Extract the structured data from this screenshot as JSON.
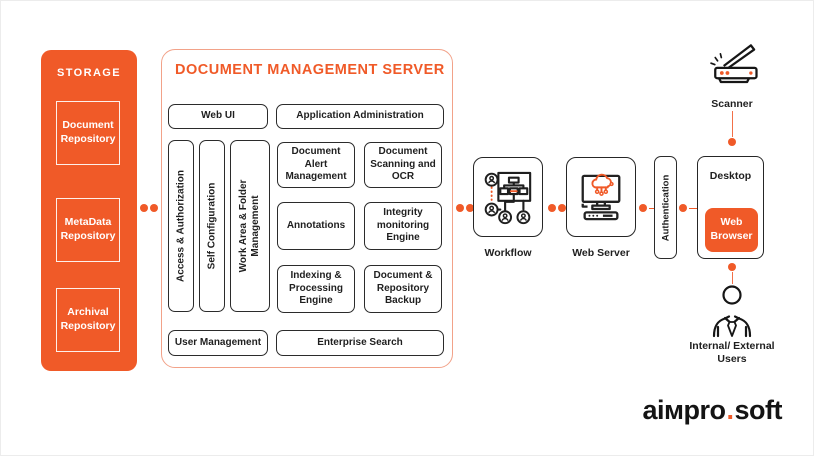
{
  "colors": {
    "orange": "#F05A28",
    "server_border": "#F2A289",
    "ink": "#1f1f1f"
  },
  "storage": {
    "title": "STORAGE",
    "items": [
      "Document Repository",
      "MetaData Repository",
      "Archival Repository"
    ]
  },
  "server": {
    "title": "DOCUMENT MANAGEMENT SERVER",
    "web_ui": "Web UI",
    "app_admin": "Application Administration",
    "vertical": [
      "Access & Authorization",
      "Self Configuration",
      "Work Area & Folder Management"
    ],
    "grid": [
      "Document Alert Management",
      "Document Scanning and OCR",
      "Annotations",
      "Integrity monitoring Engine",
      "Indexing & Processing Engine",
      "Document & Repository Backup"
    ],
    "user_management": "User Management",
    "enterprise_search": "Enterprise Search"
  },
  "flow": {
    "workflow": "Workflow",
    "web_server": "Web Server",
    "authentication": "Authentication"
  },
  "client": {
    "desktop": "Desktop",
    "web_browser": "Web Browser",
    "scanner": "Scanner",
    "users": "Internal/ External Users"
  },
  "icons": {
    "workflow": "workflow-orgchart-icon",
    "web_server": "monitor-cloud-icon",
    "scanner": "flatbed-scanner-icon",
    "users": "businessman-icon"
  },
  "logo": {
    "name": "aiмpro",
    "dot": ".",
    "suffix": "soft"
  }
}
